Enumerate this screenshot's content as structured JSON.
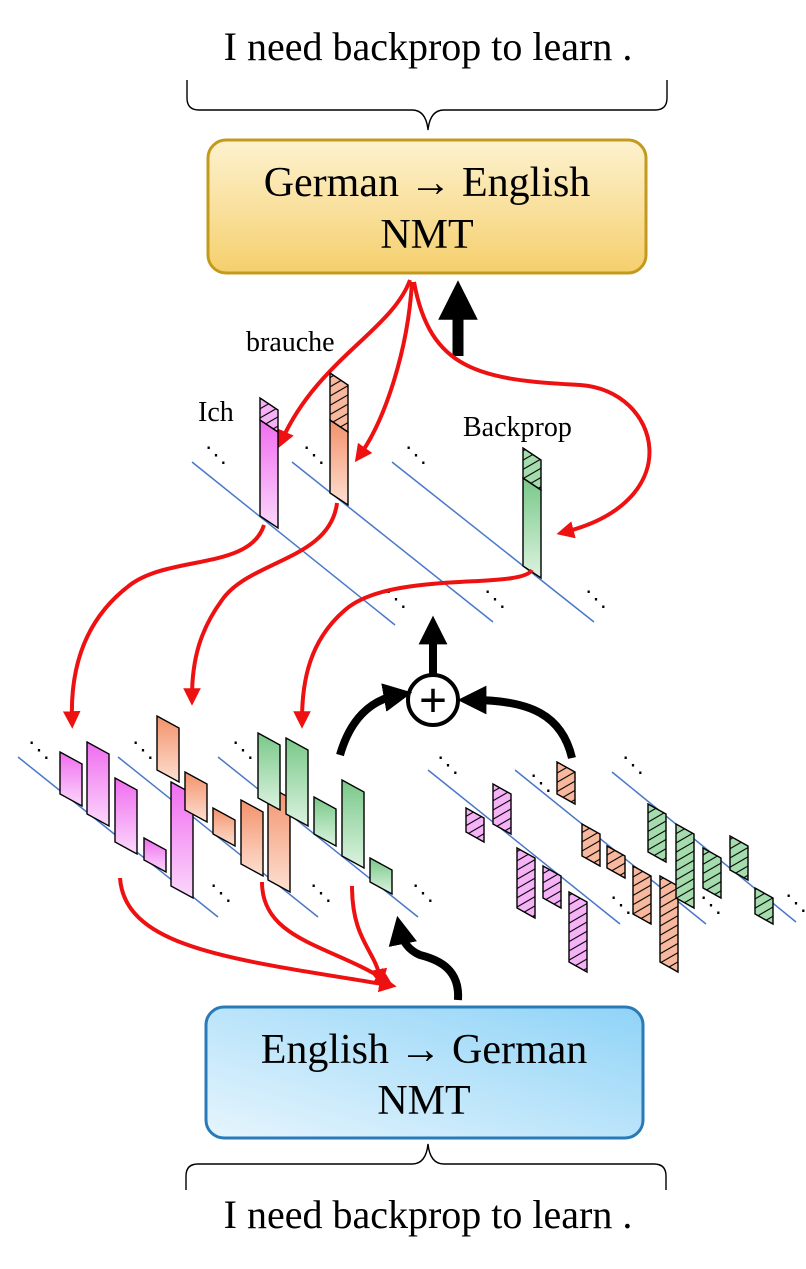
{
  "top_sentence": "I need backprop to learn .",
  "bottom_sentence": "I need backprop to learn .",
  "top_model": {
    "line1": "German → English",
    "line2": "NMT"
  },
  "bottom_model": {
    "line1": "English → German",
    "line2": "NMT"
  },
  "words": [
    "Ich",
    "brauche",
    "Backprop"
  ],
  "plus_symbol": "+",
  "ellipsis": "⋱",
  "colors": {
    "top_box_fill": "#f7d98a",
    "top_box_stroke": "#c49a1c",
    "bottom_box_fill": "#b9e2f8",
    "bottom_box_stroke": "#2a7ab8",
    "red_arrow": "#ee1111",
    "axis_line": "#4a78c8",
    "pink": "#f08ef0",
    "orange": "#f5ab8c",
    "green": "#8fd49c"
  }
}
